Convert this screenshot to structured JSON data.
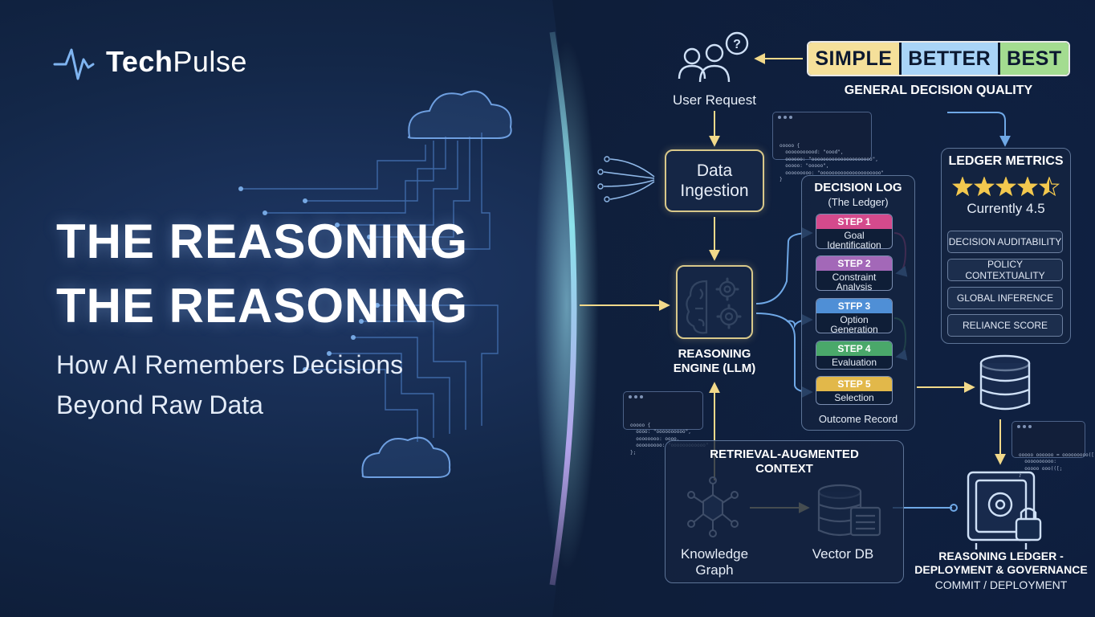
{
  "brand": {
    "name_bold": "Tech",
    "name_light": "Pulse"
  },
  "headline": {
    "line1": "THE REASONING",
    "line2": "THE REASONING",
    "sub1": "How AI Remembers Decisions",
    "sub2": "Beyond Raw Data"
  },
  "quality": {
    "segments": [
      "SIMPLE",
      "BETTER",
      "BEST"
    ],
    "colors": [
      "#f5e09a",
      "#a9d4f7",
      "#a3dc90"
    ],
    "label": "GENERAL DECISION QUALITY"
  },
  "flow": {
    "user_request": "User Request",
    "data_ingestion_1": "Data",
    "data_ingestion_2": "Ingestion",
    "engine_1": "REASONING",
    "engine_2": "ENGINE (LLM)"
  },
  "decision_log": {
    "title": "DECISION LOG",
    "subtitle": "(The Ledger)",
    "steps": [
      {
        "head": "STEP 1",
        "body1": "Goal",
        "body2": "Identification",
        "color": "#d44a8c"
      },
      {
        "head": "STEP 2",
        "body1": "Constraint",
        "body2": "Analysis",
        "color": "#a368b8"
      },
      {
        "head": "STFP 3",
        "body1": "Option",
        "body2": "Generation",
        "color": "#4f8fd6"
      },
      {
        "head": "STEP 4",
        "body1": "Evaluation",
        "body2": "",
        "color": "#4aa86a"
      },
      {
        "head": "STEP 5",
        "body1": "Selection",
        "body2": "",
        "color": "#e2b84a"
      }
    ],
    "outcome": "Outcome Record"
  },
  "metrics": {
    "title": "LEDGER METRICS",
    "rating": 4.5,
    "rating_text": "Currently 4.5",
    "star_color": "#f3c84e",
    "items": [
      "DECISION AUDITABILITY",
      "POLICY CONTEXTUALITY",
      "GLOBAL INFERENCE",
      "RELIANCE SCORE"
    ]
  },
  "retrieval": {
    "title1": "RETRIEVAL-AUGMENTED",
    "title2": "CONTEXT",
    "kg_1": "Knowledge",
    "kg_2": "Graph",
    "vector_db": "Vector DB"
  },
  "ledger": {
    "title1": "REASONING LEDGER -",
    "title2": "DEPLOYMENT & GOVERNANCE",
    "subtitle": "COMMIT / DEPLOYMENT"
  },
  "colors": {
    "arrow": "#f2d98a",
    "connector": "#6fa8e6",
    "icon_stroke": "#cfe0f6",
    "beam": "#8fe8f0"
  },
  "code_snippets": {
    "top": [
      "ooooo {",
      "  ooooooooood: \"oood\",",
      "  oooooo: \"ooooooooooooooooooooo\",",
      "  ooooo: \"ooooo\",",
      "  ooooooooo: \"ooooooooooooooooooooo\"",
      "}"
    ],
    "left": [
      "ooooo {",
      "  oooo: \"oooooooooo\",",
      "  oooooooo: oooo,",
      "  ooooooooo: \"oooooooooooo\"",
      "};"
    ],
    "right": [
      "ooooo oooooo = ooooooooo([",
      "  oooooooooo:",
      "  ooooo ooo(([;",
      "}"
    ]
  }
}
